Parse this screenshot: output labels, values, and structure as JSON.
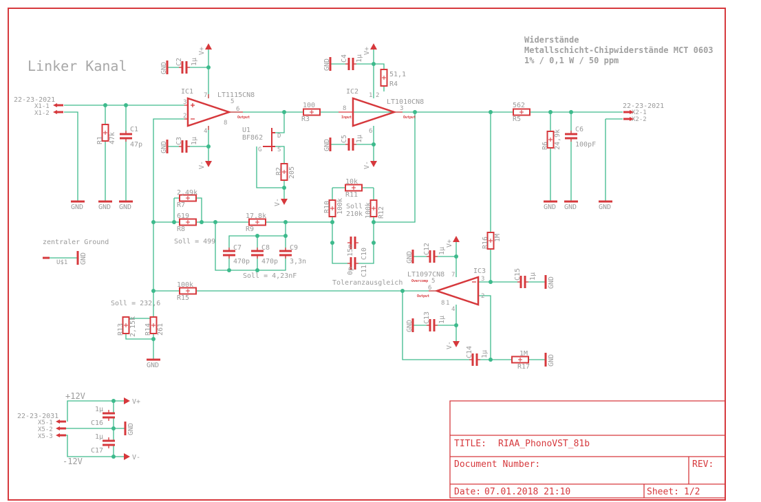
{
  "sheet": {
    "heading": "Linker Kanal",
    "notes": [
      "Widerstände",
      "Metallschicht-Chipwiderstände MCT 0603",
      "1% / 0,1 W / 50 ppm"
    ]
  },
  "connectors": {
    "x1": {
      "part": "22-23-2021",
      "pins": [
        "X1-1",
        "X1-2"
      ]
    },
    "x2": {
      "part": "22-23-2021",
      "pins": [
        "X2-1",
        "X2-2"
      ]
    },
    "x5": {
      "part": "22-23-2031",
      "pins": [
        "X5-1",
        "X5-2",
        "X5-3"
      ]
    }
  },
  "ics": {
    "ic1": {
      "name": "IC1",
      "value": "LT1115CN8",
      "pins": {
        "in_plus": "3",
        "in_minus": "2",
        "out": "6",
        "vp": "7",
        "vm": "4",
        "comp": "5",
        "trim": "8"
      }
    },
    "ic2": {
      "name": "IC2",
      "value": "LT1010CN8",
      "pins": {
        "in": "8",
        "out": "3",
        "vp": "1",
        "bias": "2",
        "vm": "6"
      }
    },
    "ic3": {
      "name": "IC3",
      "value": "LT1097CN8",
      "pins": {
        "in_plus": "3",
        "in_minus": "2",
        "out": "6",
        "vp": "7",
        "vm": "4",
        "comp": "5",
        "trim1": "1",
        "trim8": "8"
      }
    },
    "u1": {
      "name": "U1",
      "value": "BF862",
      "pins": {
        "d": "D",
        "g": "G",
        "s": "S"
      }
    }
  },
  "pin_labels": {
    "output": "Output",
    "input": "Input",
    "overcomp": "Overcomp"
  },
  "resistors": {
    "r1": {
      "name": "R1",
      "value": "47k"
    },
    "r2": {
      "name": "R2",
      "value": "205"
    },
    "r3": {
      "name": "R3",
      "value": "100"
    },
    "r4": {
      "name": "R4",
      "value": "51,1"
    },
    "r5": {
      "name": "R5",
      "value": "562"
    },
    "r6": {
      "name": "R6",
      "value": "24,9k"
    },
    "r7": {
      "name": "R7",
      "value": "2,49k"
    },
    "r8": {
      "name": "R8",
      "value": "619"
    },
    "r9": {
      "name": "R9",
      "value": "17,8k"
    },
    "r10": {
      "name": "R10",
      "value": "100k"
    },
    "r11": {
      "name": "R11",
      "value": "10k"
    },
    "r12": {
      "name": "R12",
      "value": "100k"
    },
    "r13": {
      "name": "R13",
      "value": "2,15k"
    },
    "r14": {
      "name": "R14",
      "value": "261"
    },
    "r15": {
      "name": "R15",
      "value": "100k"
    },
    "r16": {
      "name": "R16",
      "value": "1M"
    },
    "r17": {
      "name": "R17",
      "value": "1M"
    }
  },
  "capacitors": {
    "c1": {
      "name": "C1",
      "value": "47p"
    },
    "c2": {
      "name": "C2",
      "value": "1µ"
    },
    "c3": {
      "name": "C3",
      "value": "1µ"
    },
    "c4": {
      "name": "C4",
      "value": "1µ"
    },
    "c5": {
      "name": "C5",
      "value": "1µ"
    },
    "c6": {
      "name": "C6",
      "value": "100pF"
    },
    "c7": {
      "name": "C7",
      "value": "470p"
    },
    "c8": {
      "name": "C8",
      "value": "470p"
    },
    "c9": {
      "name": "C9",
      "value": "3,3n"
    },
    "c10": {
      "name": "C10",
      "value": "15n"
    },
    "c11": {
      "name": "C11",
      "value": "0p"
    },
    "c12": {
      "name": "C12",
      "value": "1µ"
    },
    "c13": {
      "name": "C13",
      "value": "1µ"
    },
    "c14": {
      "name": "C14",
      "value": "1µ"
    },
    "c15": {
      "name": "C15",
      "value": "1µ"
    },
    "c16": {
      "name": "C16",
      "value": "1µ"
    },
    "c17": {
      "name": "C17",
      "value": "1µ"
    }
  },
  "nets": {
    "gnd": "GND",
    "vplus": "V+",
    "vminus": "V-",
    "p12": "+12V",
    "m12": "-12V"
  },
  "annotations": {
    "soll_r78": "Soll = 499",
    "soll_c789": "Soll = 4,23nF",
    "soll_r1314": "Soll = 232,6",
    "soll_r10_12": "Soll",
    "soll_r10_12_value": "210k",
    "tolerance": "Toleranzausgleich",
    "central_ground": "zentraler Ground",
    "central_ground_part": "U$1"
  },
  "title_block": {
    "title_label": "TITLE:",
    "title": "RIAA_PhonoVST_81b",
    "docnum_label": "Document Number:",
    "rev_label": "REV:",
    "date_label": "Date:",
    "date": "07.01.2018 21:10",
    "sheet_label": "Sheet:",
    "sheet": "1/2"
  },
  "colors": {
    "frame": "#d6383c",
    "wire": "#3dba8c",
    "text": "#9a9a9a"
  }
}
